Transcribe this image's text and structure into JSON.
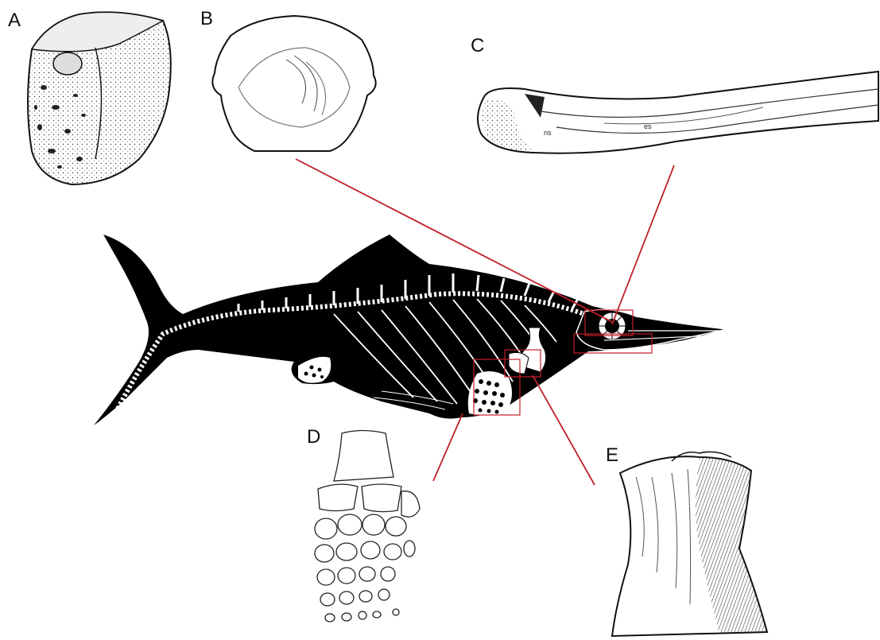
{
  "panels": {
    "a": {
      "label": "A"
    },
    "b": {
      "label": "B"
    },
    "c": {
      "label": "C",
      "annotations": [
        "ns",
        "es"
      ]
    },
    "d": {
      "label": "D"
    },
    "e": {
      "label": "E"
    }
  },
  "colors": {
    "leader_line": "#c0202a",
    "silhouette": "#000000",
    "skeleton": "#ffffff"
  }
}
